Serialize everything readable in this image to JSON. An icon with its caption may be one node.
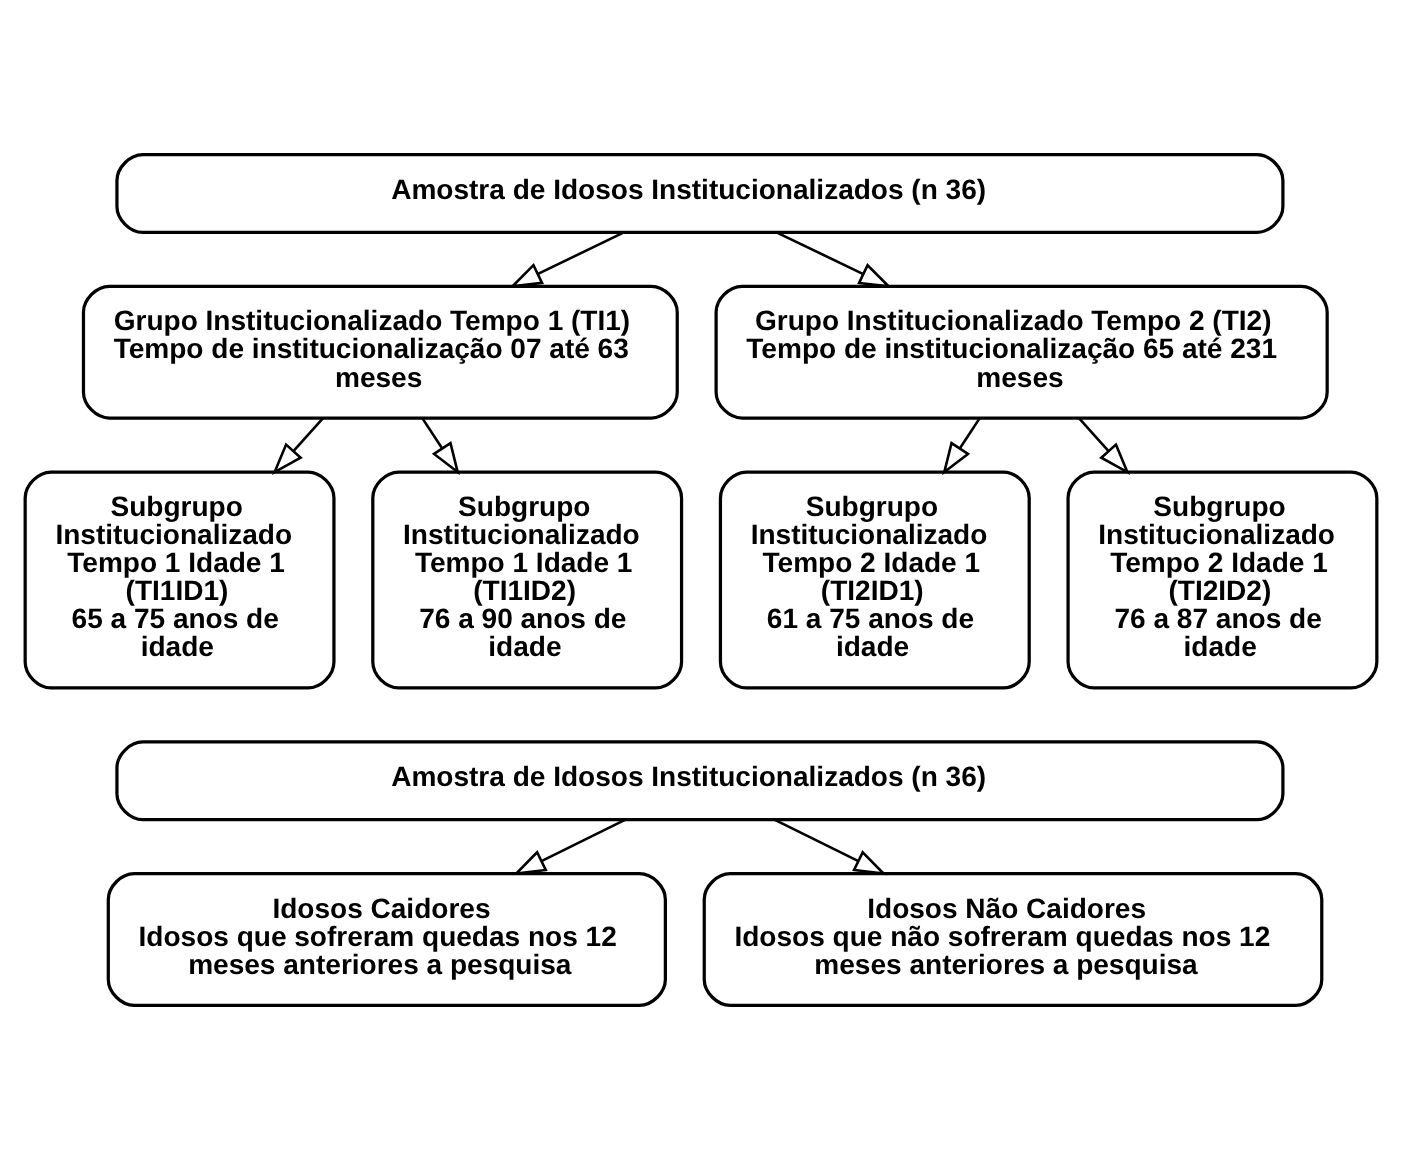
{
  "diagram": {
    "nodes": [
      {
        "text": [
          "Amostra de Idosos Institucionalizados (n 36)"
        ]
      },
      {
        "text": [
          "Grupo Institucionalizado Tempo 1 (TI1)",
          "Tempo de institucionalização 07 até 63 meses"
        ]
      },
      {
        "text": [
          "Grupo Institucionalizado Tempo 2 (TI2)",
          "Tempo de institucionalização 65 até 231 meses"
        ]
      },
      {
        "text": [
          "Subgrupo Institucionalizado Tempo 1 Idade 1 (TI1ID1)",
          "65 a 75 anos de idade"
        ]
      },
      {
        "text": [
          "Subgrupo Institucionalizado Tempo 1 Idade 1 (TI1ID2)",
          "76 a 90 anos de idade"
        ]
      },
      {
        "text": [
          "Subgrupo Institucionalizado Tempo 2 Idade 1 (TI2ID1)",
          "61 a 75 anos de idade"
        ]
      },
      {
        "text": [
          "Subgrupo Institucionalizado Tempo 2 Idade 1 (TI2ID2)",
          "76 a 87 anos de idade"
        ]
      },
      {
        "text": [
          "Amostra de Idosos Institucionalizados (n 36)"
        ]
      },
      {
        "text": [
          "Idosos Caidores",
          "Idosos que sofreram quedas nos 12 meses anteriores a pesquisa"
        ]
      },
      {
        "text": [
          "Idosos Não Caidores",
          "Idosos que não sofreram quedas nos 12 meses anteriores a pesquisa"
        ]
      }
    ],
    "edges": [
      {
        "from": 0,
        "to": 1,
        "arrow": "to"
      },
      {
        "from": 0,
        "to": 2,
        "arrow": "to"
      },
      {
        "from": 1,
        "to": 3,
        "arrow": "to"
      },
      {
        "from": 1,
        "to": 4,
        "arrow": "to"
      },
      {
        "from": 2,
        "to": 5,
        "arrow": "to"
      },
      {
        "from": 2,
        "to": 6,
        "arrow": "to"
      },
      {
        "from": 7,
        "to": 8,
        "arrow": "to"
      },
      {
        "from": 7,
        "to": 9,
        "arrow": "to"
      }
    ]
  }
}
